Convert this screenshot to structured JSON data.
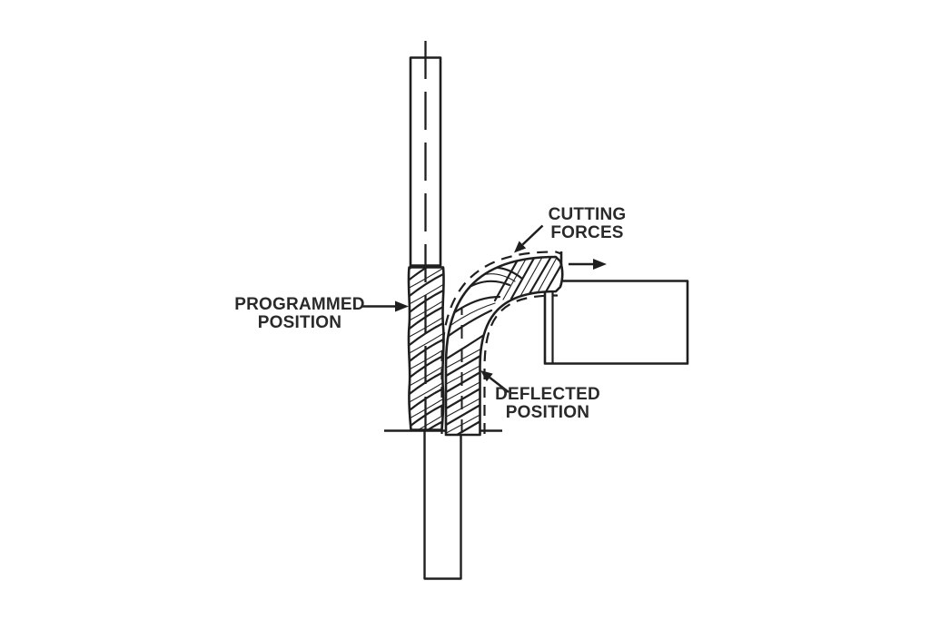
{
  "colors": {
    "background": "#ffffff",
    "ink": "#1f1f1f",
    "text": "#2a2a2a"
  },
  "labels": {
    "programmed_position": {
      "line1": "PROGRAMMED",
      "line2": "POSITION"
    },
    "cutting_forces": {
      "line1": "CUTTING",
      "line2": "FORCES"
    },
    "deflected_position": {
      "line1": "DEFLECTED",
      "line2": "POSITION"
    }
  },
  "icons": {
    "programmed_pointer": "arrow-right-icon",
    "cutting_forces_pointer": "arrow-down-left-icon",
    "cutting_direction": "arrow-right-icon",
    "deflected_pointer": "arrow-up-left-icon"
  }
}
